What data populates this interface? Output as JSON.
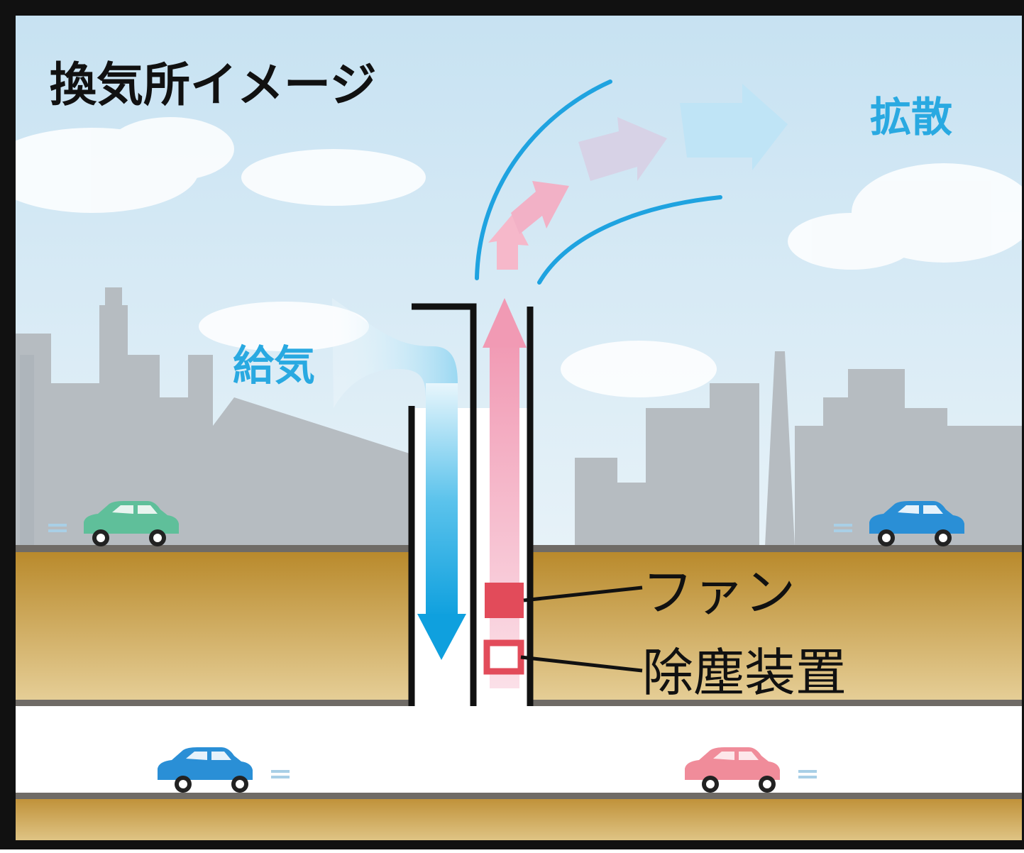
{
  "title": "換気所イメージ",
  "labels": {
    "supply_air": "給気",
    "diffusion": "拡散",
    "fan": "ファン",
    "dust_removal": "除塵装置"
  },
  "colors": {
    "sky": "#cfe6f3",
    "city": "#b5bcc2",
    "ground": "#c49a3e",
    "tunnel": "#ffffff",
    "supply_blue": "#18a7e0",
    "exhaust_pink": "#f07fa0",
    "fan_red": "#e24b5a",
    "label_blue": "#29a9e1",
    "car_green": "#5fbf9a",
    "car_blue": "#2a8fd6",
    "car_pink": "#f08c9a"
  },
  "icons": [
    "car-icon",
    "down-arrow-icon",
    "up-arrow-icon",
    "diffusion-arrow-icon"
  ]
}
